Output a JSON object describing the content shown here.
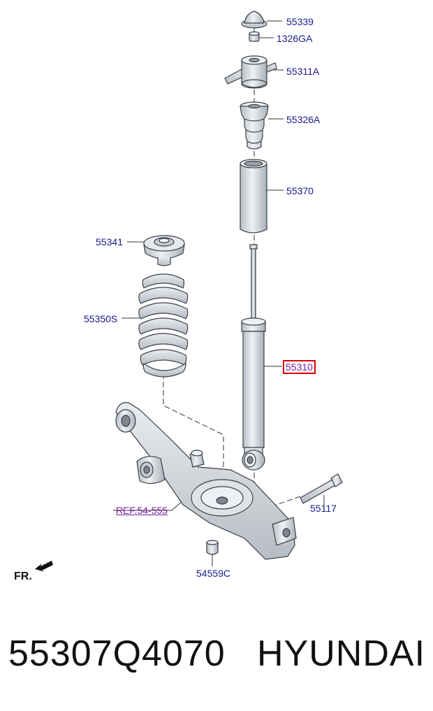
{
  "callouts": {
    "c55339": "55339",
    "c1326ga": "1326GA",
    "c55311a": "55311A",
    "c55326a": "55326A",
    "c55370": "55370",
    "c55341": "55341",
    "c55350s": "55350S",
    "c55310": "55310",
    "c55117": "55117",
    "ref": "REF.54-555",
    "c54559c": "54559C"
  },
  "direction_label": "FR.",
  "footer": {
    "part_number": "55307Q4070",
    "brand": "HYUNDAI"
  },
  "colors": {
    "callout_text": "#1a1a8c",
    "ref_text": "#7a1fa0",
    "highlight_box": "#d60000",
    "part_fill": "#d3d8de",
    "part_stroke": "#3a3f45"
  }
}
